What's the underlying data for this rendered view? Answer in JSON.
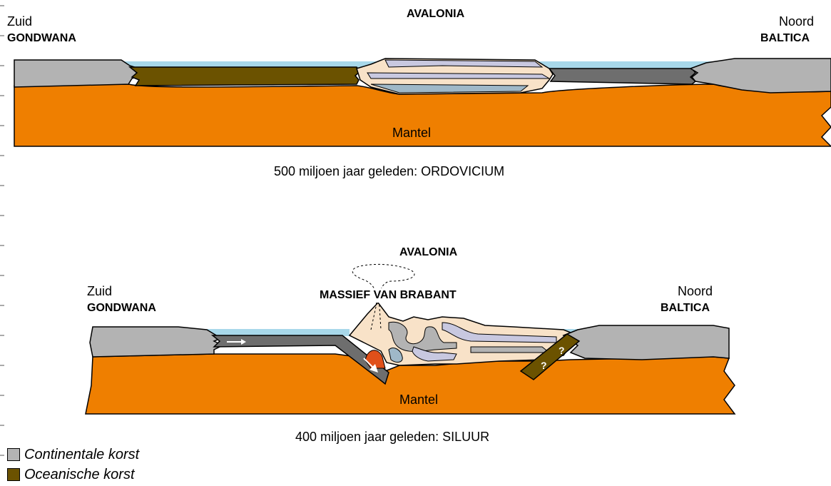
{
  "panel1": {
    "left_region": "Zuid",
    "left_continent": "GONDWANA",
    "center_terrane": "AVALONIA",
    "right_region": "Noord",
    "right_continent": "BALTICA",
    "mantle_label": "Mantel",
    "caption": "500 miljoen jaar geleden: ORDOVICIUM"
  },
  "panel2": {
    "left_region": "Zuid",
    "left_continent": "GONDWANA",
    "center_terrane": "AVALONIA",
    "massif_label": "MASSIEF VAN BRABANT",
    "right_region": "Noord",
    "right_continent": "BALTICA",
    "mantle_label": "Mantel",
    "caption": "400 miljoen jaar geleden: SILUUR",
    "unknown_marks": [
      "?",
      "?"
    ]
  },
  "legend": [
    {
      "label": "Continentale korst",
      "color": "#b3b3b3"
    },
    {
      "label": "Oceanische korst",
      "color": "#6b5200"
    }
  ],
  "colors": {
    "mantle": "#ef7f00",
    "continental": "#b3b3b3",
    "oceanic": "#6b5200",
    "oceanic_dark": "#6e6e6e",
    "sea": "#a8d8ea",
    "avalonia_light": "#f8e2c8",
    "avalonia_purple": "#c8c8e0",
    "avalonia_blue": "#9fb8c8"
  }
}
